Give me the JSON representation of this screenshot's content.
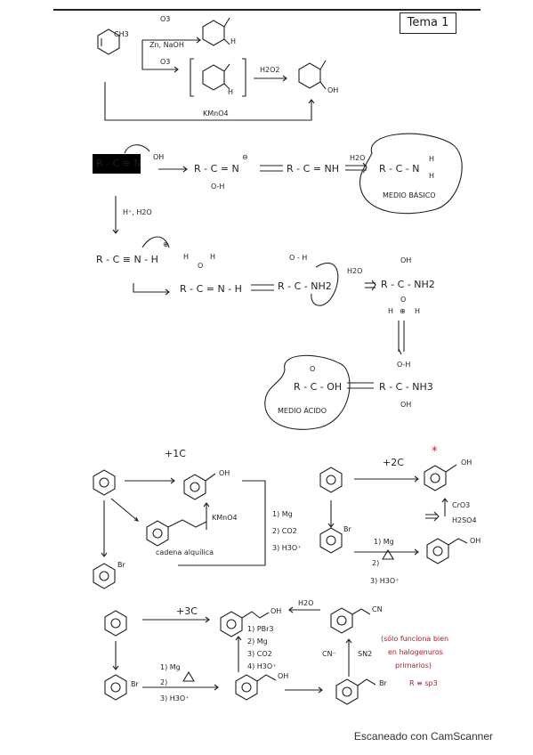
{
  "header": {
    "title": "Tema 1"
  },
  "footer": {
    "scanner": "Escaneado con CamScanner"
  },
  "section1": {
    "ch3": "CH3",
    "o3_top": "O3",
    "zn_naoh": "Zn, NaOH",
    "aldehyde_h": "H",
    "o3_mid": "O3",
    "h2o2": "H2O2",
    "oh": "OH",
    "h": "H",
    "kmno4": "KMnO4"
  },
  "section2": {
    "nitrile": "R - C ≡ N",
    "oh_attack": "OH",
    "intermediate1": "R - C = N",
    "minus": "⊖",
    "o_h": "O-H",
    "imidic": "R - C = NH",
    "h2o_a": "H2O",
    "amide_r": "R - C - N",
    "amide_h1": "H",
    "amide_h2": "H",
    "medio_basico": "MEDIO BÁSICO",
    "h_plus_h2o": "H⁺, H2O",
    "protonated": "R - C ≡ N - H",
    "plus": "⊕",
    "water_h": "H",
    "water_o": "O",
    "water_h2": "H",
    "imine_adduct": "R - C = N - H",
    "protonated_amide": "R - C - NH2",
    "o_plus_h": "O - H",
    "h2o_b": "H2O",
    "tetra_oh": "OH",
    "tetra_r": "R - C - NH2",
    "tetra_h": "H",
    "tetra_o": "O",
    "tetra_h2": "H",
    "tetra_plus": "⊕",
    "final_r": "R - C - NH3",
    "final_oh_top": "O-H",
    "final_oh_bot": "OH",
    "acid": "R - C - OH",
    "acid_o": "O",
    "medio_acido": "MEDIO ÁCIDO"
  },
  "section3": {
    "plus1c": "+1C",
    "benzoic_oh": "OH",
    "cadena": "cadena alquílica",
    "kmno4": "KMnO4",
    "br1": "Br",
    "mg1": "1) Mg",
    "co2_1": "2) CO2",
    "h3o_1": "3) H3O⁺",
    "plus2c": "+2C",
    "star": "*",
    "acid2_oh": "OH",
    "cro3": "CrO3",
    "h2so4": "H2SO4",
    "br2": "Br",
    "mg2": "1) Mg",
    "step2_2": "2)",
    "h3o_2": "3) H3O⁺",
    "alcohol_oh": "OH"
  },
  "section4": {
    "plus3c": "+3C",
    "acid3_oh": "OH",
    "h2o": "H2O",
    "cn_group": "CN",
    "pbr3": "1) PBr3",
    "mg": "2) Mg",
    "co2": "3) CO2",
    "h3o": "4) H3O⁺",
    "cn_minus": "CN⁻",
    "sn2": "SN2",
    "note1": "(sólo funciona bien",
    "note2": "en halogenuros",
    "note3": "primarios)",
    "note4": "R ≡ sp3",
    "br_a": "Br",
    "mg3": "1) Mg",
    "step2": "2)",
    "h3o3": "3) H3O⁺",
    "alcohol3_oh": "OH",
    "br_b": "Br"
  }
}
